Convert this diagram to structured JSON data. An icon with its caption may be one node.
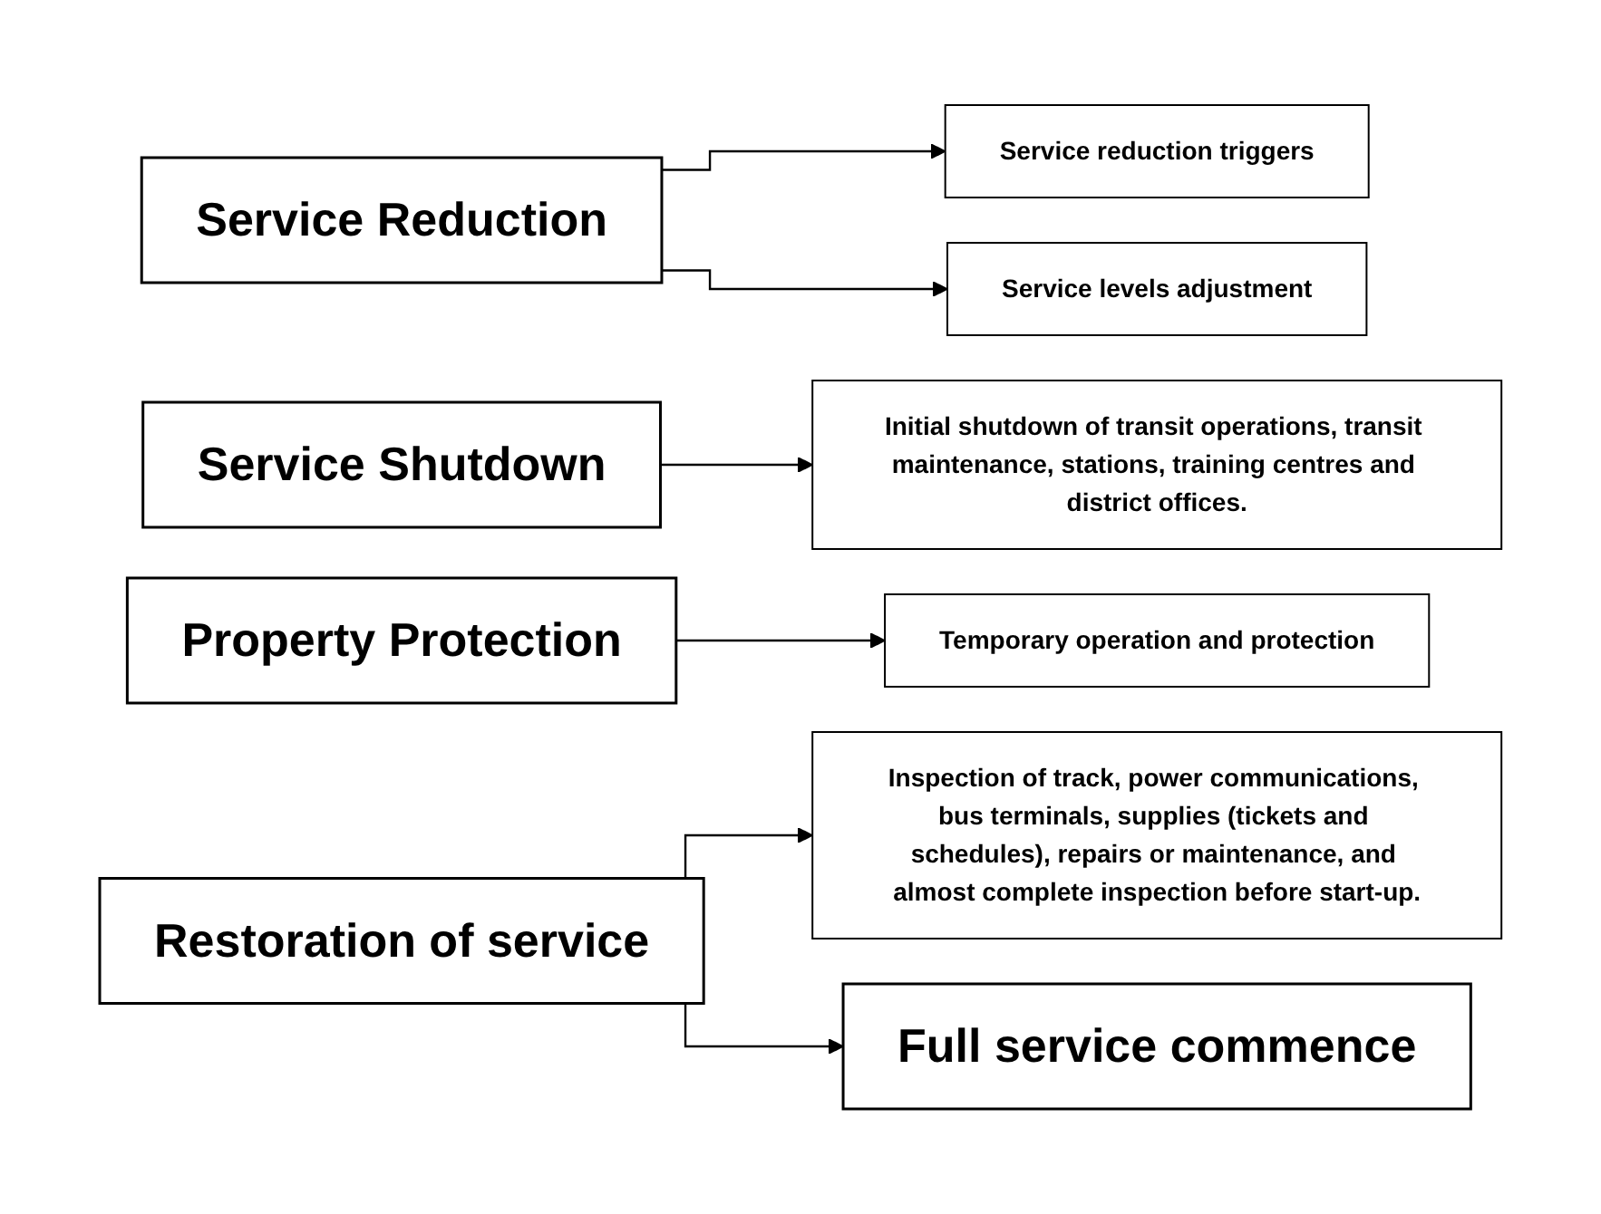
{
  "diagram": {
    "nodes": [
      {
        "text": [
          "Service Reduction"
        ]
      },
      {
        "text": [
          "Service reduction triggers"
        ]
      },
      {
        "text": [
          "Service levels adjustment"
        ]
      },
      {
        "text": [
          "Service Shutdown"
        ]
      },
      {
        "text": [
          "Initial shutdown of transit operations, transit maintenance, stations, training centres and district offices."
        ]
      },
      {
        "text": [
          "Property Protection"
        ]
      },
      {
        "text": [
          "Temporary operation and protection"
        ]
      },
      {
        "text": [
          "Restoration of service"
        ]
      },
      {
        "text": [
          "Inspection of track, power communications, bus terminals, supplies (tickets and schedules), repairs or maintenance, and almost complete inspection before start-up."
        ]
      },
      {
        "text": [
          "Full service commence"
        ]
      }
    ],
    "edges": [
      {
        "from": 0,
        "to": 1,
        "arrow": "to"
      },
      {
        "from": 0,
        "to": 2,
        "arrow": "to"
      },
      {
        "from": 3,
        "to": 4,
        "arrow": "to"
      },
      {
        "from": 5,
        "to": 6,
        "arrow": "to"
      },
      {
        "from": 7,
        "to": 8,
        "arrow": "to"
      },
      {
        "from": 7,
        "to": 9,
        "arrow": "to"
      }
    ]
  }
}
